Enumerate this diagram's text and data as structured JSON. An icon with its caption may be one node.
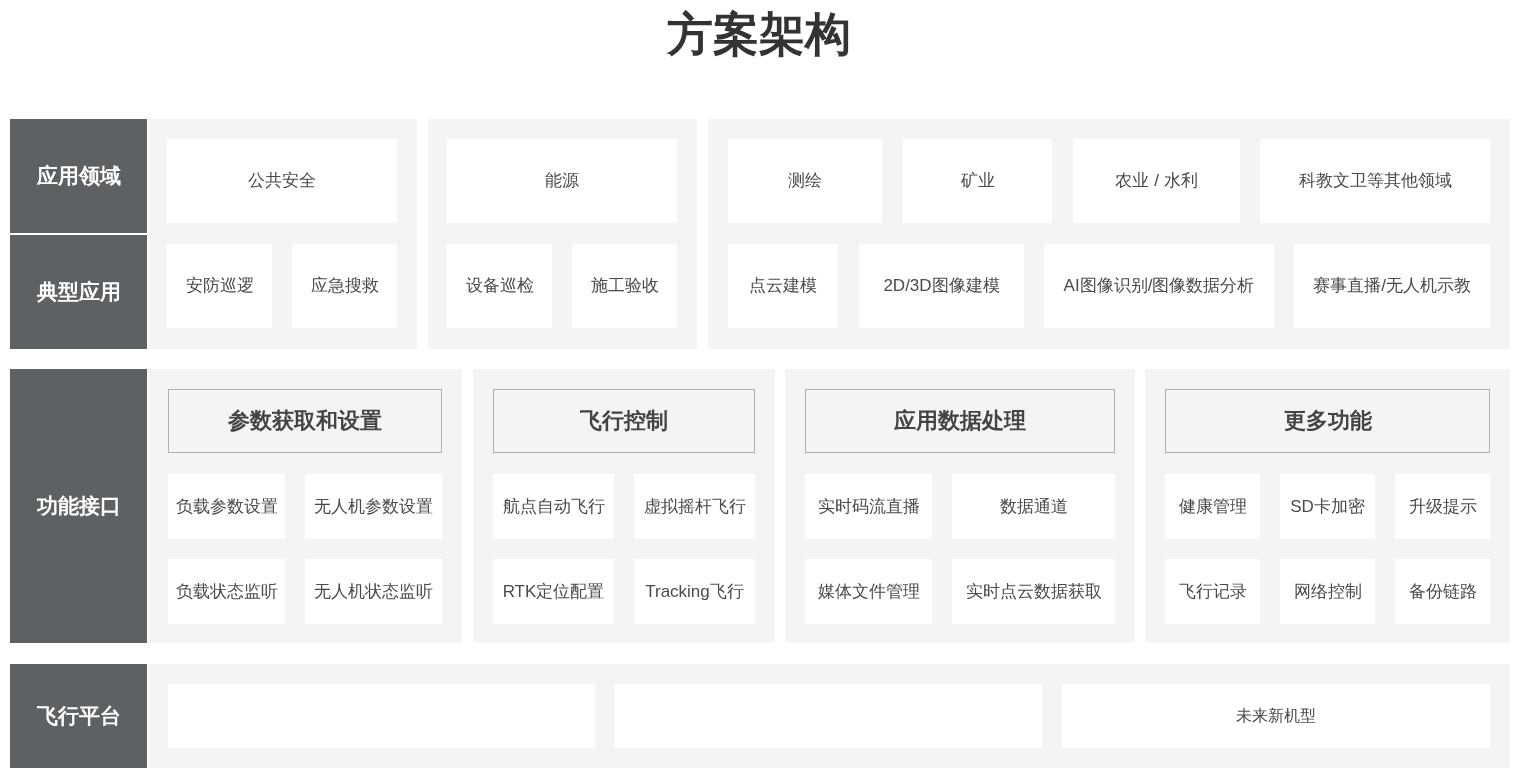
{
  "diagram": {
    "title": "方案架构",
    "nodes": [
      {
        "text": [
          "应用领域"
        ]
      },
      {
        "text": [
          "典型应用"
        ]
      },
      {
        "text": [],
        "shape": "box"
      },
      {
        "text": [
          "公共安全"
        ],
        "in": 2
      },
      {
        "text": [
          "安防巡逻"
        ],
        "in": 2
      },
      {
        "text": [
          "应急搜救"
        ],
        "in": 2
      },
      {
        "text": [],
        "shape": "box"
      },
      {
        "text": [
          "能源"
        ],
        "in": 6
      },
      {
        "text": [
          "设备巡检"
        ],
        "in": 6
      },
      {
        "text": [
          "施工验收"
        ],
        "in": 6
      },
      {
        "text": [],
        "shape": "box"
      },
      {
        "text": [
          "测绘"
        ],
        "in": 10
      },
      {
        "text": [
          "矿业"
        ],
        "in": 10
      },
      {
        "text": [
          "农业 / 水利"
        ],
        "in": 10
      },
      {
        "text": [
          "科教文卫等其他领域"
        ],
        "in": 10
      },
      {
        "text": [
          "点云建模"
        ],
        "in": 10
      },
      {
        "text": [
          "2D/3D图像建模"
        ],
        "in": 10
      },
      {
        "text": [
          "AI图像识别/图像数据分析"
        ],
        "in": 10
      },
      {
        "text": [
          "赛事直播/无人机示教"
        ],
        "in": 10
      },
      {
        "text": [
          "功能接口"
        ]
      },
      {
        "text": [],
        "shape": "box"
      },
      {
        "text": [
          "参数获取和设置"
        ],
        "in": 20
      },
      {
        "text": [
          "负载参数设置"
        ],
        "in": 20
      },
      {
        "text": [
          "无人机参数设置"
        ],
        "in": 20
      },
      {
        "text": [
          "负载状态监听"
        ],
        "in": 20
      },
      {
        "text": [
          "无人机状态监听"
        ],
        "in": 20
      },
      {
        "text": [],
        "shape": "box"
      },
      {
        "text": [
          "飞行控制"
        ],
        "in": 26
      },
      {
        "text": [
          "航点自动飞行"
        ],
        "in": 26
      },
      {
        "text": [
          "虚拟摇杆飞行"
        ],
        "in": 26
      },
      {
        "text": [
          "RTK定位配置"
        ],
        "in": 26
      },
      {
        "text": [
          "Tracking飞行"
        ],
        "in": 26
      },
      {
        "text": [],
        "shape": "box"
      },
      {
        "text": [
          "应用数据处理"
        ],
        "in": 32
      },
      {
        "text": [
          "实时码流直播"
        ],
        "in": 32
      },
      {
        "text": [
          "数据通道"
        ],
        "in": 32
      },
      {
        "text": [
          "媒体文件管理"
        ],
        "in": 32
      },
      {
        "text": [
          "实时点云数据获取"
        ],
        "in": 32
      },
      {
        "text": [],
        "shape": "box"
      },
      {
        "text": [
          "更多功能"
        ],
        "in": 38
      },
      {
        "text": [
          "健康管理"
        ],
        "in": 38
      },
      {
        "text": [
          "SD卡加密"
        ],
        "in": 38
      },
      {
        "text": [
          "升级提示"
        ],
        "in": 38
      },
      {
        "text": [
          "飞行记录"
        ],
        "in": 38
      },
      {
        "text": [
          "网络控制"
        ],
        "in": 38
      },
      {
        "text": [
          "备份链路"
        ],
        "in": 38
      },
      {
        "text": [
          "飞行平台"
        ]
      },
      {
        "text": [],
        "shape": "box"
      },
      {
        "text": [],
        "shape": "box",
        "in": 47
      },
      {
        "text": [],
        "shape": "box",
        "in": 47
      },
      {
        "text": [
          "未来新机型"
        ],
        "in": 47
      }
    ]
  }
}
